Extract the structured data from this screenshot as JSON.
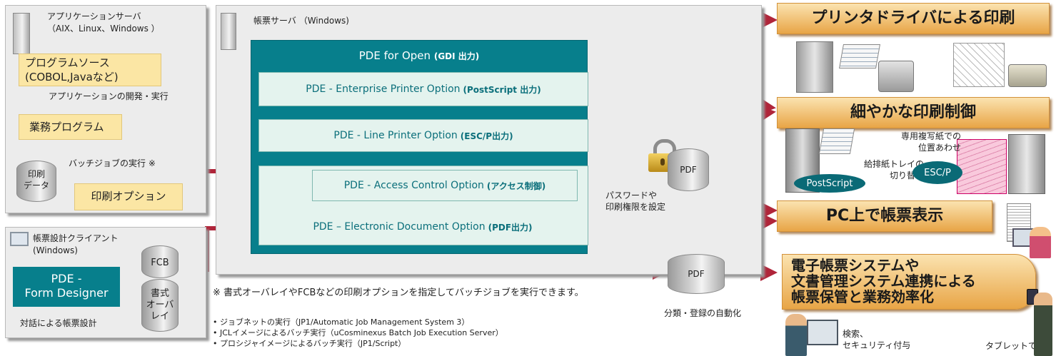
{
  "app_server": {
    "title": "アプリケーションサーバ",
    "subtitle": "（AIX、Linux、Windows ）",
    "program_source": "プログラムソース\n(COBOL,Javaなど)",
    "dev_exec": "アプリケーションの開発・実行",
    "business_program": "業務プログラム",
    "print_data": "印刷\nデータ",
    "batch_exec": "バッチジョブの実行 ※",
    "print_option": "印刷オプション"
  },
  "client": {
    "title": "帳票設計クライアント",
    "subtitle": "(Windows)",
    "form_designer": "PDE -\nForm Designer",
    "fcb": "FCB",
    "overlay": "書式\nオーバ\nレイ",
    "interactive_design": "対話による帳票設計"
  },
  "form_server": {
    "title": "帳票サーバ （Windows)",
    "pde_open": "PDE for Open",
    "pde_open_suffix": "(GDI 出力)",
    "options": [
      {
        "label": "PDE - Enterprise Printer Option",
        "suffix": "(PostScript 出力)"
      },
      {
        "label": "PDE - Line Printer Option",
        "suffix": "(ESC/P出力)"
      },
      {
        "label": "PDE - Access Control Option",
        "suffix": "(アクセス制御)"
      },
      {
        "label": "PDE – Electronic Document Option",
        "suffix": "(PDF出力)"
      }
    ],
    "pdf1": "PDF",
    "pdf2": "PDF",
    "password_note": "パスワードや\n印刷権限を設定",
    "auto_classify": "分類・登録の自動化"
  },
  "notes": {
    "batch_note": "※ 書式オーバレイやFCBなどの印刷オプションを指定してバッチジョブを実行できます。",
    "bullets": [
      "• ジョブネットの実行（JP1/Automatic Job Management System 3）",
      "• JCLイメージによるバッチ実行（uCosminexus Batch Job Execution Server）",
      "• プロシジャイメージによるバッチ実行（JP1/Script）"
    ]
  },
  "right": {
    "banner1": "プリンタドライバによる印刷",
    "banner2": "細やかな印刷制御",
    "banner3": "PC上で帳票表示",
    "banner4": "電子帳票システムや\n文書管理システム連携による\n帳票保管と業務効率化",
    "copy_paper": "専用複写紙での\n位置あわせ",
    "tray": "給排紙トレイの\n切り替え",
    "postscript": "PostScript",
    "escp": "ESC/P",
    "search": "検索、\nセキュリティ付与",
    "tablet": "タブレットで"
  },
  "colors": {
    "arrow": "#b0253a",
    "teal": "#077f8c",
    "banner": "#e8a546"
  }
}
